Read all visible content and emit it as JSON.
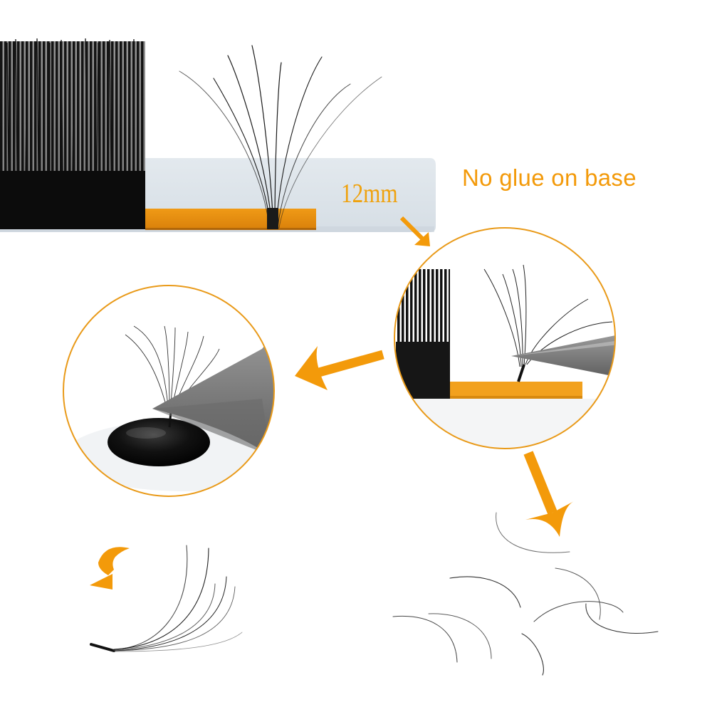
{
  "image": {
    "type": "product-infographic",
    "subject": "premade fan eyelash extensions",
    "background": "#ffffff"
  },
  "labels": {
    "caption": "No glue on base",
    "length": "12mm"
  },
  "colors": {
    "accent_orange": "#f39a0a",
    "circle_stroke": "#e99a19",
    "lash_strip_base": "#e78c0c",
    "tray": "#dfe6ec",
    "lash_black": "#111111",
    "glue_black": "#0b0b0b",
    "tweezer_grey": "#8c8c8c"
  },
  "scenes": [
    {
      "id": "lash-tray",
      "description": "lash tray with full lash strip and one fan pulled from orange strip"
    },
    {
      "id": "zoom-circle-right",
      "description": "close-up: tweezers picking a fan from strip"
    },
    {
      "id": "zoom-circle-left",
      "description": "close-up: fan base dipped into black glue drop"
    },
    {
      "id": "fan-lash",
      "description": "single curved fan lash with curl arrow"
    },
    {
      "id": "loose-lashes",
      "description": "scattered individual curled lashes"
    }
  ],
  "arrows": [
    {
      "id": "arrow-to-right-circle",
      "direction": "down-right"
    },
    {
      "id": "arrow-to-left-circle",
      "direction": "left"
    },
    {
      "id": "arrow-to-loose-lashes",
      "direction": "down"
    },
    {
      "id": "curl-arrow",
      "direction": "curved-down-left"
    }
  ]
}
